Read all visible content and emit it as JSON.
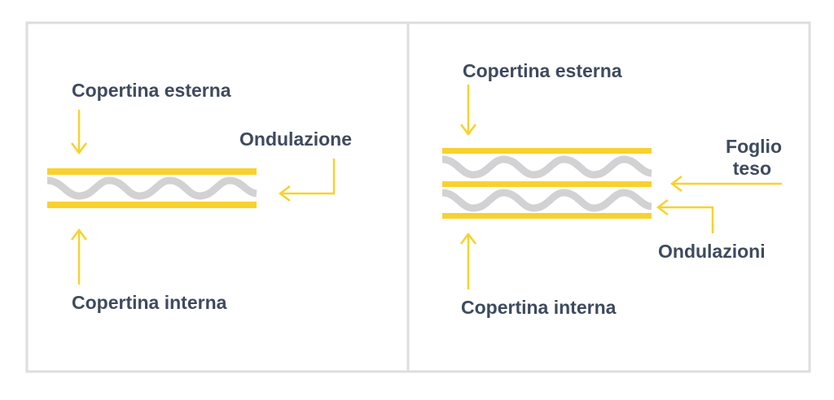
{
  "colors": {
    "yellow": "#f8d12f",
    "gray": "#d2d2d4",
    "text": "#3e4a5e",
    "border": "#dedede"
  },
  "left_panel": {
    "title_outer": "Copertina esterna",
    "title_flute": "Ondulazione",
    "title_inner": "Copertina interna"
  },
  "right_panel": {
    "title_outer": "Copertina esterna",
    "title_liner_1": "Foglio",
    "title_liner_2": "teso",
    "title_flutes": "Ondulazioni",
    "title_inner": "Copertina interna"
  }
}
